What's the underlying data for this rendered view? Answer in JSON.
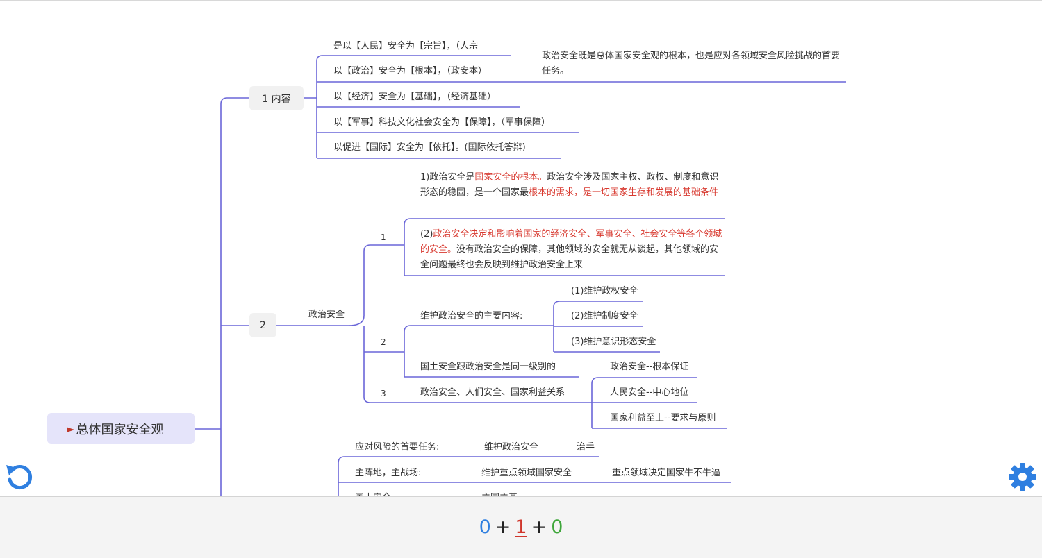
{
  "root": {
    "label": "总体国家安全观",
    "flag_icon": "triangle-flag-icon"
  },
  "branch1": {
    "label": "1 内容",
    "items": [
      "是以【人民】安全为【宗旨】，（人宗",
      "以【政治】安全为【根本】，（政安本）",
      "以【经济】安全为【基础】，（经济基础）",
      "以【军事】科技文化社会安全为【保障】，（军事保障）",
      "以促进【国际】安全为【依托】。(国际依托答辩)"
    ],
    "note": "政治安全既是总体国家安全观的根本，也是应对各领域安全风险挑战的首要任务。"
  },
  "branch2": {
    "label": "2",
    "topic": "政治安全",
    "sub1": {
      "num": "1",
      "p1": {
        "a": "1)政治安全是",
        "b": "国家安全的根本。",
        "c": "政治安全涉及国家主权、政权、制度和意识形态的稳固，是一个国家最",
        "d": "根本的需求，是一切国家生存和发展的基础条件"
      },
      "p2": {
        "a": "(2)",
        "b": "政治安全决定和影响着国家的经济安全、军事安全、社会安全等各个领域的安全。",
        "c": "没有政治安全的保障，其他领域的安全就无从谈起，其他领域的安全问题最终也会反映到维护政治安全上来"
      }
    },
    "sub2": {
      "num": "2",
      "main": "维护政治安全的主要内容:",
      "items": [
        "(1)维护政权安全",
        "(2)维护制度安全",
        "(3)维护意识形态安全"
      ],
      "extra": "国土安全跟政治安全是同一级别的"
    },
    "sub3": {
      "num": "3",
      "main": "政治安全、人们安全、国家利益关系",
      "items": [
        "政治安全--根本保证",
        "人民安全--中心地位",
        "国家利益至上--要求与原则"
      ]
    }
  },
  "branch3": {
    "rows": [
      {
        "a": "应对风险的首要任务:",
        "b": "维护政治安全",
        "c": "治手"
      },
      {
        "a": "主阵地，主战场:",
        "b": "维护重点领域国家安全",
        "c": "重点领域决定国家牛不牛逼"
      },
      {
        "a": "国土安全",
        "b": "主国主基",
        "c": ""
      }
    ]
  },
  "controls": {
    "undo_icon": "undo-icon",
    "settings_icon": "gear-icon"
  },
  "score": {
    "blue": "0",
    "plus1": "+",
    "red": "1",
    "plus2": "+",
    "green": "0"
  },
  "colors": {
    "line": "#6a66d8",
    "root_bg": "#e5e4fa",
    "accent_red": "#d8392f",
    "icon_blue": "#2f7fe0"
  }
}
